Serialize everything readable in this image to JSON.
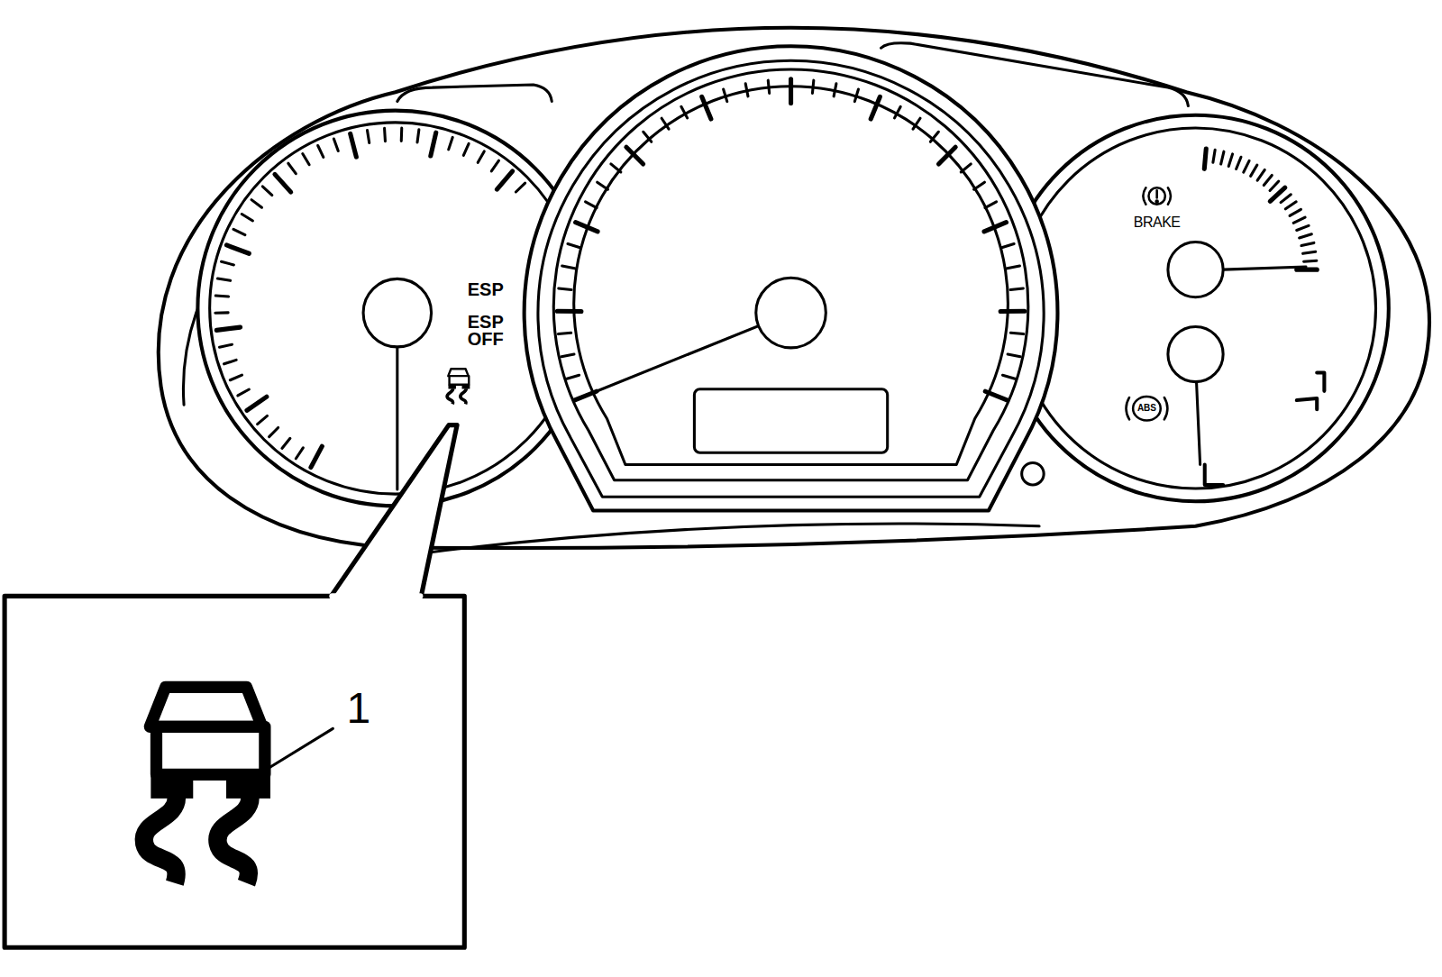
{
  "diagram": {
    "labels": [
      "ESP",
      "ESP OFF",
      "BRAKE",
      "ABS",
      "1"
    ]
  }
}
